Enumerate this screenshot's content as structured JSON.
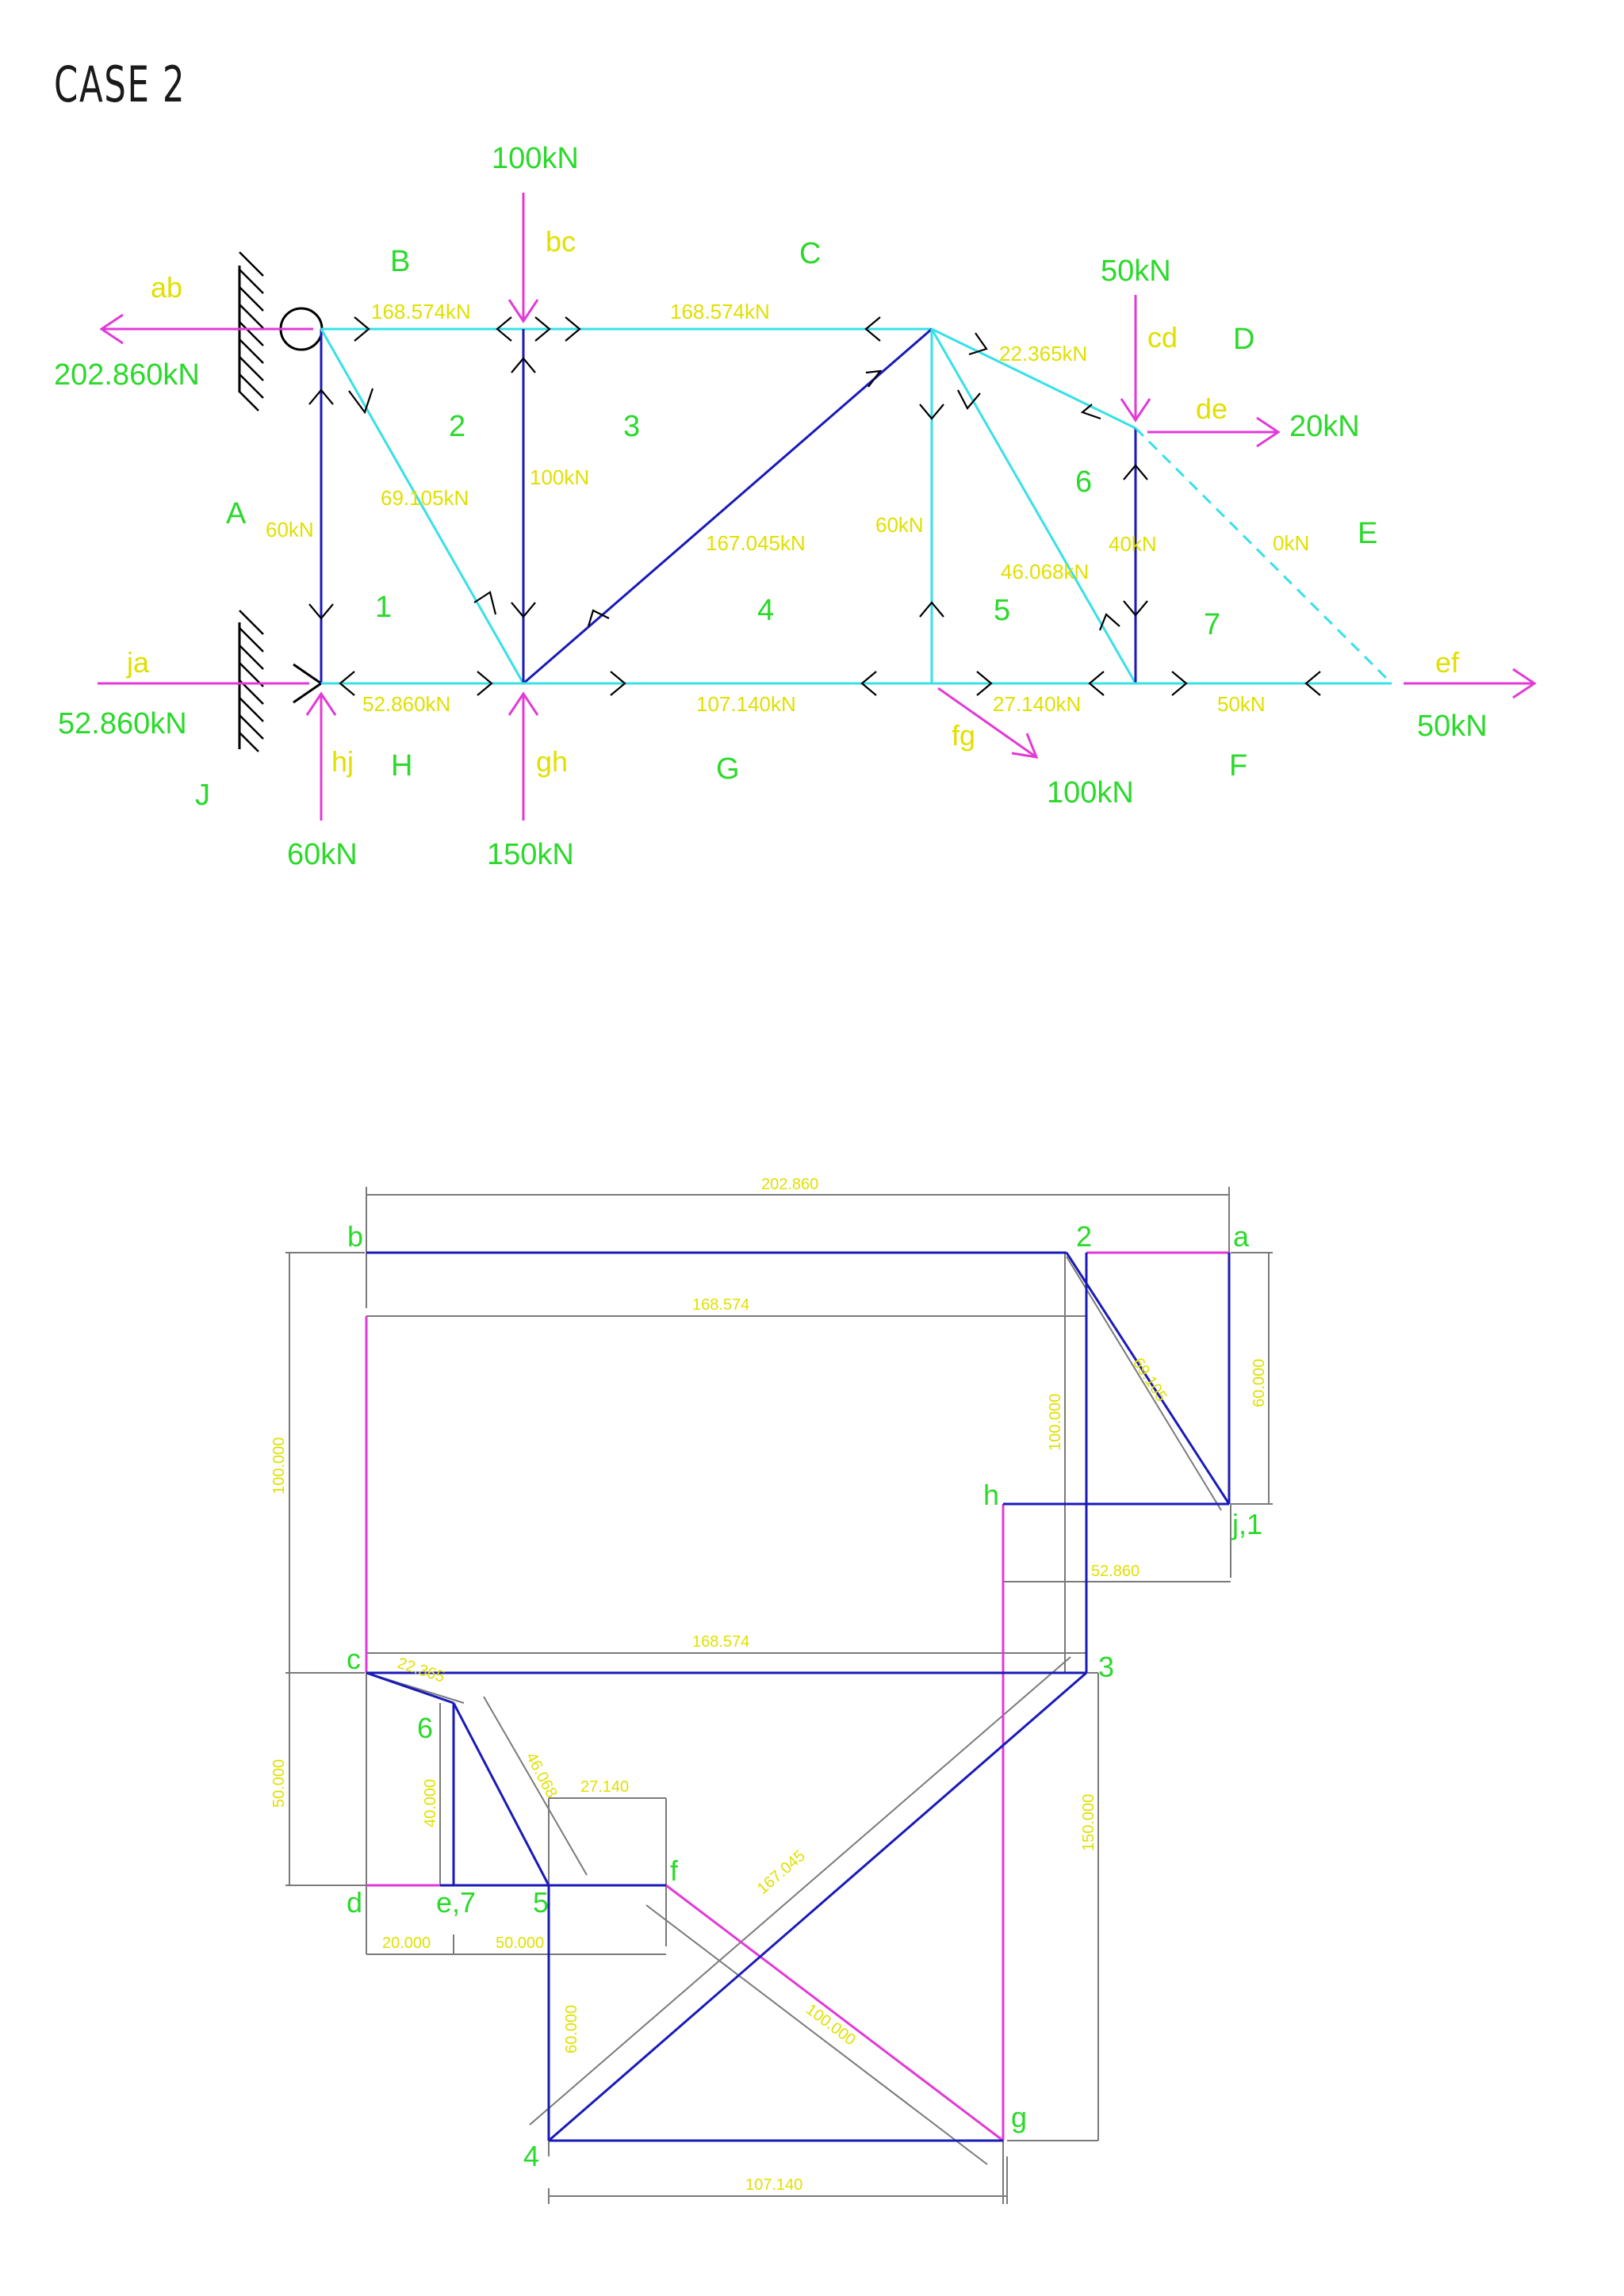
{
  "title": "CASE 2",
  "truss": {
    "region_labels": {
      "A": "A",
      "B": "B",
      "C": "C",
      "D": "D",
      "E": "E",
      "F": "F",
      "G": "G",
      "H": "H",
      "J": "J",
      "r1": "1",
      "r2": "2",
      "r3": "3",
      "r4": "4",
      "r5": "5",
      "r6": "6",
      "r7": "7"
    },
    "loads": {
      "ab_tag": "ab",
      "ab_value": "202.860kN",
      "bc_tag": "bc",
      "bc_value": "100kN",
      "cd_tag": "cd",
      "cd_value": "50kN",
      "de_tag": "de",
      "de_value": "20kN",
      "ef_tag": "ef",
      "ef_value": "50kN",
      "fg_tag": "fg",
      "fg_value": "100kN",
      "gh_tag": "gh",
      "gh_value": "150kN",
      "hj_tag": "hj",
      "hj_value": "60kN",
      "ja_tag": "ja",
      "ja_value": "52.860kN"
    },
    "member_forces": {
      "top_left": "168.574kN",
      "top_mid": "168.574kN",
      "top_right_slope": "22.365kN",
      "left_vertical": "60kN",
      "diag_left": "69.105kN",
      "vert_mid": "100kN",
      "diag_long": "167.045kN",
      "vert_right": "60kN",
      "diag_right": "46.068kN",
      "vert_far": "40kN",
      "dashed": "0kN",
      "bot_left": "52.860kN",
      "bot_mid": "107.140kN",
      "bot_right": "27.140kN",
      "bot_far": "50kN"
    }
  },
  "force_diagram": {
    "points": {
      "a": "a",
      "b": "b",
      "c": "c",
      "d": "d",
      "e7": "e,7",
      "f": "f",
      "g": "g",
      "h": "h",
      "j1": "j,1",
      "p2": "2",
      "p3": "3",
      "p4": "4",
      "p5": "5",
      "p6": "6"
    },
    "dimensions": {
      "top": "202.860",
      "inner_top": "168.574",
      "left_100": "100.000",
      "left_50": "50.000",
      "right_60": "60.000",
      "diag_69": "69.105",
      "v_100": "100.000",
      "h_52": "52.860",
      "mid_168": "168.574",
      "d_22": "22.365",
      "d_46": "46.068",
      "v_40": "40.000",
      "h_27": "27.140",
      "diag_167": "167.045",
      "h_20": "20.000",
      "h_50": "50.000",
      "v_60": "60.000",
      "v_150": "150.000",
      "diag_100": "100.000",
      "bot_107": "107.140"
    }
  },
  "colors": {
    "green": "#2bd92b",
    "yellow": "#e0e000",
    "cyan": "#38e0e8",
    "blue": "#1a1ab8",
    "magenta": "#e23ad6",
    "gray": "#7a7a7a"
  }
}
